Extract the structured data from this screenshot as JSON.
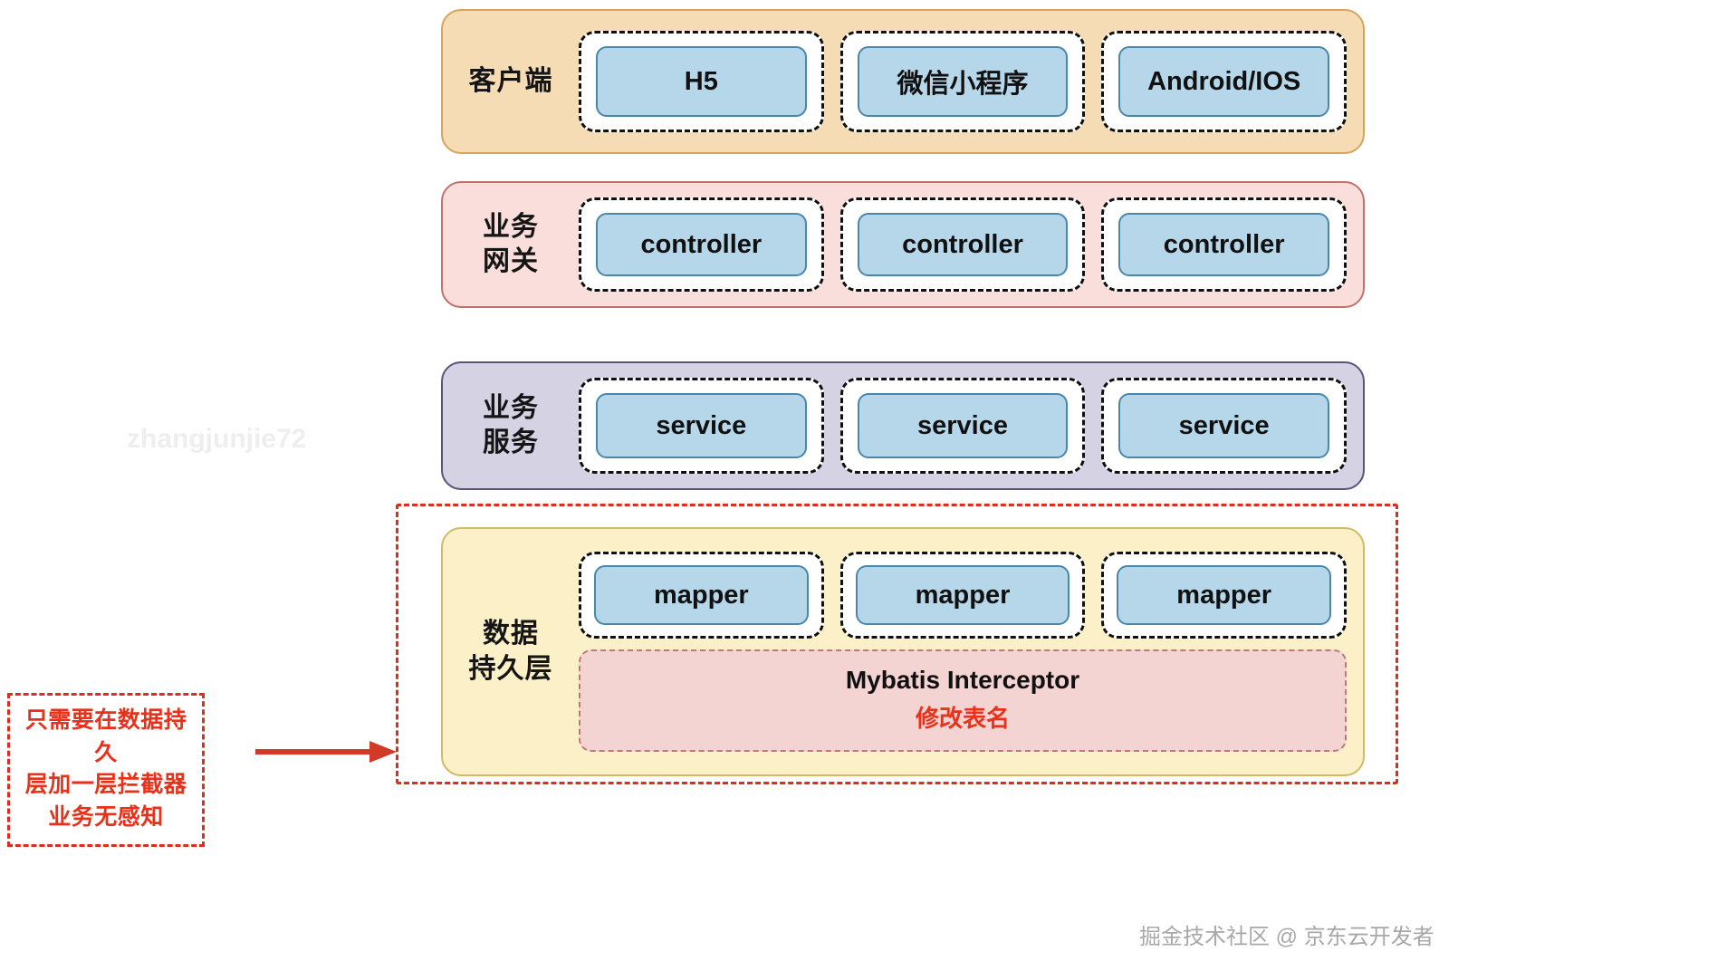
{
  "diagram": {
    "layers": [
      {
        "id": "client",
        "label": "客户端",
        "color": "#f6dcb4",
        "border": "#d6a45c",
        "nodes": [
          "H5",
          "微信小程序",
          "Android/IOS"
        ]
      },
      {
        "id": "gateway",
        "label": "业务\n网关",
        "color": "#f9dedb",
        "border": "#c1716c",
        "nodes": [
          "controller",
          "controller",
          "controller"
        ]
      },
      {
        "id": "service",
        "label": "业务\n服务",
        "color": "#d4d2e3",
        "border": "#595578",
        "nodes": [
          "service",
          "service",
          "service"
        ]
      },
      {
        "id": "data",
        "label": "数据\n持久层",
        "color": "#fbf0c8",
        "border": "#cfbb66",
        "nodes": [
          "mapper",
          "mapper",
          "mapper"
        ]
      }
    ],
    "interceptor": {
      "title": "Mybatis Interceptor",
      "subtitle": "修改表名",
      "fill": "#f4d3d3",
      "border": "#b97a7a",
      "subtitle_color": "#e8321a"
    },
    "annotation": {
      "text": "只需要在数据持久\n层加一层拦截器\n业务无感知",
      "color": "#e8301a"
    },
    "arrow": {
      "name": "red-right-arrow",
      "color": "#d03a26"
    },
    "highlight_box": {
      "name": "persistence-highlight",
      "color": "#e02b1d"
    },
    "node_style": {
      "fill": "#b6d7ea",
      "border": "#4a87a8"
    },
    "watermarks": {
      "diagonal": "zhangjunjie72",
      "footer": "掘金技术社区 @ 京东云开发者"
    }
  }
}
